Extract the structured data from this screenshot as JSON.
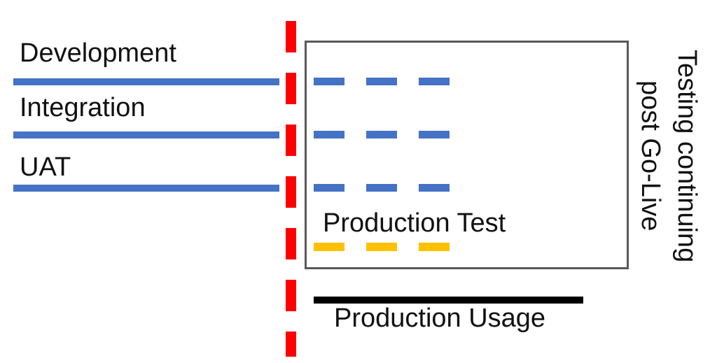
{
  "colors": {
    "blue": "#4472C4",
    "red": "#FF0000",
    "yellow": "#FFC000",
    "box-border": "#595959",
    "line-black": "#000000"
  },
  "tracks": [
    {
      "label": "Development"
    },
    {
      "label": "Integration"
    },
    {
      "label": "UAT"
    }
  ],
  "post_golive": {
    "caption_line1": "Testing continuing",
    "caption_line2": "post Go-Live",
    "production_test_label": "Production Test"
  },
  "production_usage": {
    "label": "Production Usage"
  }
}
